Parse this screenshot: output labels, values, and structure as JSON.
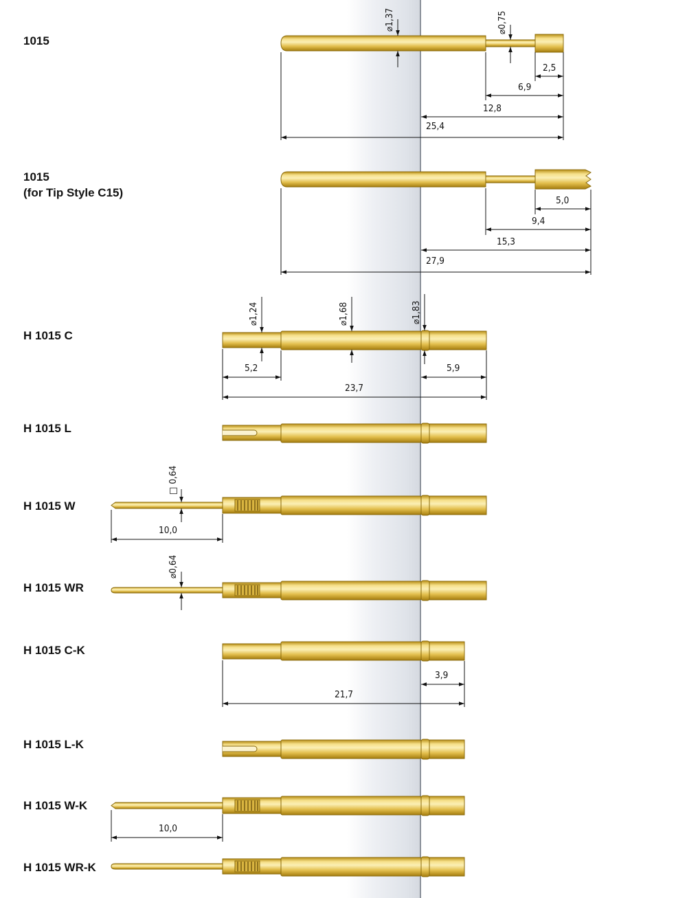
{
  "colors": {
    "gold_light": "#f8e9a0",
    "gold_mid": "#e6c450",
    "gold_dark": "#b48a12",
    "band_edge": "#8c929b",
    "dim_line": "#111111"
  },
  "labels": {
    "p1015": "1015",
    "p1015c15_line1": "1015",
    "p1015c15_line2": "(for Tip Style C15)",
    "h1015c": "H 1015 C",
    "h1015l": "H 1015 L",
    "h1015w": "H 1015 W",
    "h1015wr": "H 1015 WR",
    "h1015ck": "H 1015 C-K",
    "h1015lk": "H 1015 L-K",
    "h1015wk": "H 1015 W-K",
    "h1015wrk": "H 1015 WR-K"
  },
  "dims": {
    "p1015_d_main": "⌀1,37",
    "p1015_d_neck": "⌀0,75",
    "p1015_len_head": "2,5",
    "p1015_len_a": "6,9",
    "p1015_len_b": "12,8",
    "p1015_len_total": "25,4",
    "pc15_len_head": "5,0",
    "pc15_len_a": "9,4",
    "pc15_len_b": "15,3",
    "pc15_len_total": "27,9",
    "hc_d1": "⌀1,24",
    "hc_d2": "⌀1,68",
    "hc_d3": "⌀1,83",
    "hc_len_left": "5,2",
    "hc_len_right": "5,9",
    "hc_len_total": "23,7",
    "hw_sq": "□ 0,64",
    "hw_len_pin": "10,0",
    "hwr_d": "⌀0,64",
    "hck_len_right": "3,9",
    "hck_len_total": "21,7",
    "hwk_len_pin": "10,0"
  }
}
